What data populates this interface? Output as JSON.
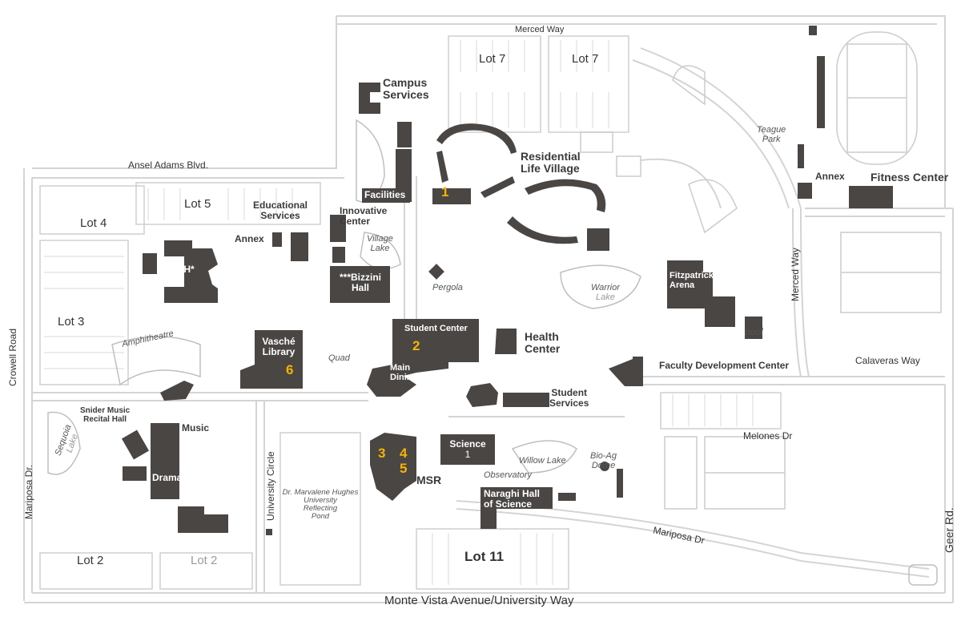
{
  "streets": {
    "merced_way_top": "Merced Way",
    "ansel_adams": "Ansel Adams Blvd.",
    "crowell_road": "Crowell Road",
    "mariposa_dr_left": "Mariposa Dr.",
    "university_circle": "University Circle",
    "monte_vista": "Monte Vista Avenue/University Way",
    "mariposa_dr_bottom": "Mariposa Dr",
    "geer_rd": "Geer Rd.",
    "calaveras_way": "Calaveras Way",
    "melones_dr": "Melones Dr",
    "merced_way_right": "Merced Way"
  },
  "lots": {
    "lot7a": "Lot 7",
    "lot7b": "Lot 7",
    "lot5": "Lot 5",
    "lot4": "Lot 4",
    "lot3": "Lot 3",
    "lot2a": "Lot 2",
    "lot2b": "Lot 2",
    "lot11": "Lot 11"
  },
  "buildings": {
    "campus_services_1": "Campus",
    "campus_services_2": "Services",
    "residential_1": "Residential",
    "residential_2": "Life Village",
    "facilities": "Facilities",
    "educational_1": "Educational",
    "educational_2": "Services",
    "innovative_1": "Innovative",
    "innovative_2": "Center",
    "annex_left": "Annex",
    "dbh": "DBH*",
    "bizzini_1": "***Bizzini",
    "bizzini_2": "Hall",
    "annex_right": "Annex",
    "fitness_center": "Fitness Center",
    "fitzpatrick_1": "Fitzpatrick",
    "fitzpatrick_2": "Arena",
    "student_center": "Student Center",
    "health_1": "Health",
    "health_2": "Center",
    "vasche_1": "Vasché",
    "vasche_2": "Library",
    "main_dining_1": "Main",
    "main_dining_2": "Dining",
    "faculty_dev": "Faculty Development Center",
    "student_services_1": "Student",
    "student_services_2": "Services",
    "snider_1": "Snider Music",
    "snider_2": "Recital Hall",
    "music": "Music",
    "drama": "Drama",
    "science_1": "Science",
    "science_2": "1",
    "msr": "MSR",
    "naraghi_1": "Naraghi Hall",
    "naraghi_2": "of Science"
  },
  "places": {
    "teague_1": "Teague",
    "teague_2": "Park",
    "village_lake_1": "Village",
    "village_lake_2": "Lake",
    "pergola": "Pergola",
    "warrior_1": "Warrior",
    "warrior_2": "Lake",
    "pool": "pool",
    "amphitheatre": "Amphitheatre",
    "quad": "Quad",
    "sequoia_1": "Sequoia",
    "sequoia_2": "Lake",
    "willow_lake": "Willow Lake",
    "bio_ag_1": "Bio-Ag",
    "bio_ag_2": "Dome",
    "observatory": "Observatory",
    "pond_1": "Dr. Marvalene Hughes",
    "pond_2": "University",
    "pond_3": "Reflecting",
    "pond_4": "Pond"
  },
  "markers": {
    "m1": "1",
    "m2": "2",
    "m3": "3",
    "m4": "4",
    "m5": "5",
    "m6": "6"
  },
  "colors": {
    "building": "#4a4644",
    "marker": "#f4b400",
    "road": "#d4d4d4"
  }
}
